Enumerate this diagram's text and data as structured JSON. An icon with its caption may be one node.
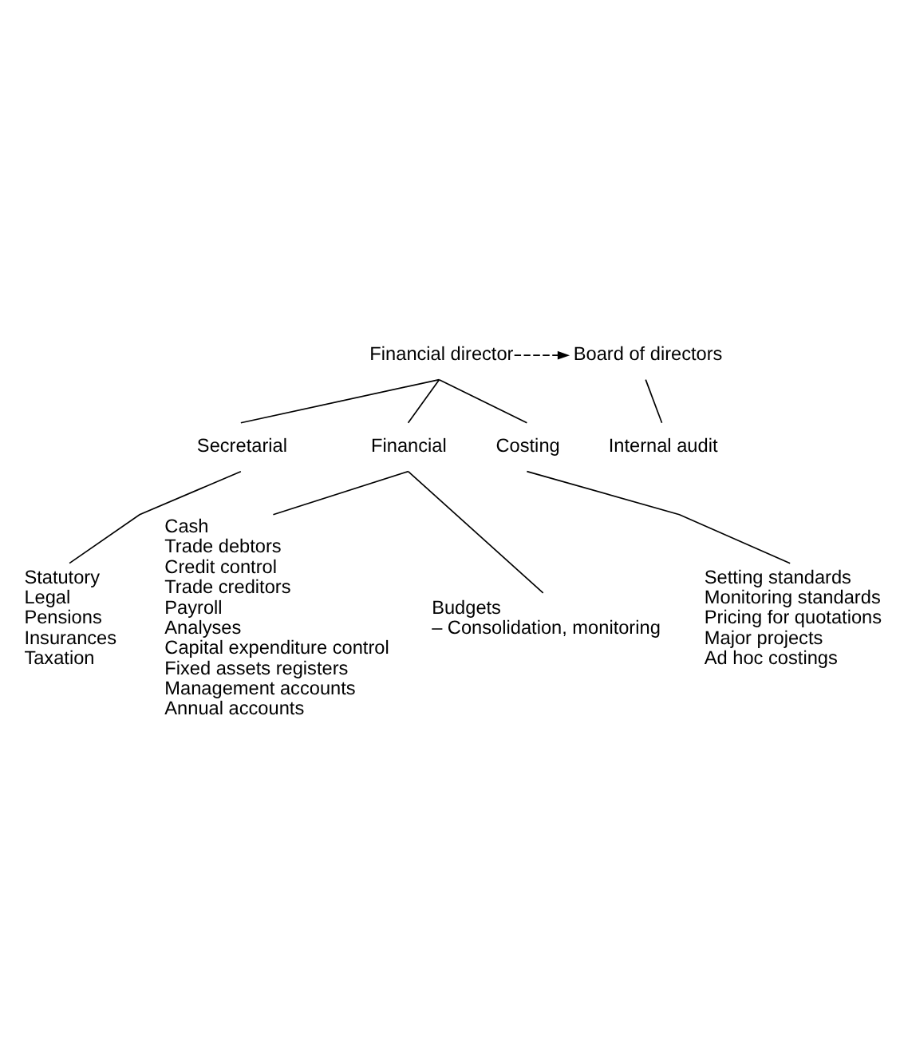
{
  "diagram": {
    "nodes": [
      {
        "text": [
          "Financial director"
        ]
      },
      {
        "text": [
          "Board of directors"
        ]
      },
      {
        "text": [
          "Internal audit"
        ]
      },
      {
        "text": [
          "Secretarial"
        ]
      },
      {
        "text": [
          "Financial"
        ]
      },
      {
        "text": [
          "Costing"
        ]
      },
      {
        "text": [
          "Statutory",
          "Legal",
          "Pensions",
          "Insurances",
          "Taxation"
        ]
      },
      {
        "text": [
          "Cash",
          "Trade debtors",
          "Credit control",
          "Trade creditors",
          "Payroll",
          "Analyses",
          "Capital expenditure control",
          "Fixed assets registers",
          "Management accounts",
          "Annual accounts"
        ]
      },
      {
        "text": [
          "Setting standards",
          "Monitoring standards",
          "Pricing for quotations",
          "Major projects",
          "Ad hoc costings"
        ]
      },
      {
        "text": [
          "Budgets",
          "– Consolidation, monitoring"
        ]
      }
    ],
    "edges": [
      {
        "from": 0,
        "to": 1,
        "arrow": "to",
        "style": "dashed"
      },
      {
        "from": 1,
        "to": 2,
        "arrow": "none"
      },
      {
        "from": 0,
        "to": 3,
        "arrow": "none"
      },
      {
        "from": 0,
        "to": 4,
        "arrow": "none"
      },
      {
        "from": 0,
        "to": 5,
        "arrow": "none"
      },
      {
        "from": 3,
        "to": 6,
        "arrow": "none"
      },
      {
        "from": 4,
        "to": 7,
        "arrow": "none"
      },
      {
        "from": 4,
        "to": 9,
        "arrow": "none"
      },
      {
        "from": 5,
        "to": 8,
        "arrow": "none"
      }
    ]
  }
}
